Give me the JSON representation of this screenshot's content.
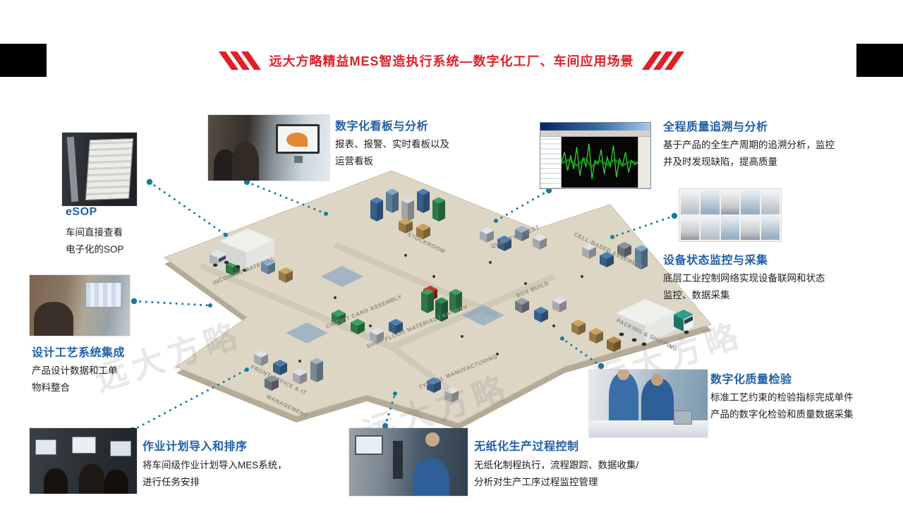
{
  "header": {
    "title": "远大方略精益MES智造执行系统—数字化工厂、车间应用场景"
  },
  "watermark": "远大方略",
  "callouts": {
    "esop": {
      "title": "eSOP",
      "lines": [
        "车间直接查看",
        "电子化的SOP"
      ]
    },
    "dashboard": {
      "title": "数字化看板与分析",
      "lines": [
        "报表、报警、实时看板以及",
        "运营看板"
      ]
    },
    "traceability": {
      "title": "全程质量追溯与分析",
      "lines": [
        "基于产品的全生产周期的追溯分析，监控",
        "并及时发现缺陷，提高质量"
      ]
    },
    "equipment": {
      "title": "设备状态监控与采集",
      "lines": [
        "底层工业控制网络实现设备联网和状态",
        "监控、数据采集"
      ]
    },
    "design": {
      "title": "设计工艺系统集成",
      "lines": [
        "产品设计数据和工单",
        "物料整合"
      ]
    },
    "planning": {
      "title": "作业计划导入和排序",
      "lines": [
        "将车间级作业计划导入MES系统，",
        "进行任务安排"
      ]
    },
    "paperless": {
      "title": "无纸化生产过程控制",
      "lines": [
        "无纸化制程执行，流程跟踪、数据收集/",
        "分析对生产工序过程监控管理"
      ]
    },
    "inspection": {
      "title": "数字化质量检验",
      "lines": [
        "标准工艺约束的检验指标完成单件",
        "产品的数字化检验和质量数据采集"
      ]
    }
  },
  "map": {
    "labels": [
      {
        "text": "INCOMING MATERIAL"
      },
      {
        "text": "STOCKROOM"
      },
      {
        "text": "QUALITY & TEST"
      },
      {
        "text": "CELL-BASED ASSEMBLY"
      },
      {
        "text": "CIRCUIT CARD ASSEMBLY"
      },
      {
        "text": "SHOP FLOOR MATERIAL / KANBAN"
      },
      {
        "text": "BOX BUILD"
      },
      {
        "text": "PACKING & SHIPPING"
      },
      {
        "text": "FRONT OFFICE & IT"
      },
      {
        "text": "MANAGEMENT"
      },
      {
        "text": "TYPICAL MANUFACTURING"
      }
    ]
  },
  "colors": {
    "title_red": "#e01f26",
    "callout_blue": "#1f5fa8",
    "connector_teal": "#1b7a9c",
    "floor_beige": "#ddd6c5"
  }
}
